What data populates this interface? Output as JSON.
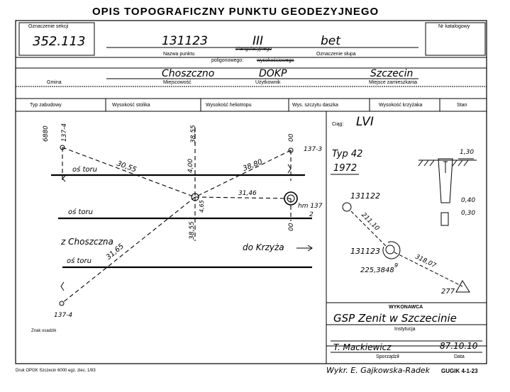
{
  "header": {
    "title": "OPIS TOPOGRAFICZNY PUNKTU GEODEZYJNEGO",
    "section_label": "Oznaczenie sekcji",
    "section_value": "352.113",
    "catalog_label": "Nr katalogowy"
  },
  "point": {
    "name": "131123",
    "order": "III",
    "post": "bet",
    "struck_type": "triangulacyjnego",
    "struck_type2": "wysokościowego",
    "name_label": "Nazwa punktu",
    "polygon_label": "poligonowego:",
    "post_label": "Oznaczenie słupa"
  },
  "location": {
    "municipality_value": "Choszczno",
    "user_value": "DOKP",
    "residence_value": "Szczecin",
    "municipality_label": "Gmina",
    "locality_label": "Miejscowość",
    "user_label": "Użytkownik",
    "residence_label": "Miejsce zamieszkania"
  },
  "columns": [
    "Typ zabudowy",
    "Wysokość stolika",
    "Wysokość heliotropu",
    "Wys. szczytu daszka",
    "Wysokość krzyżaka",
    "Stan"
  ],
  "sketch": {
    "label_6880": "6880",
    "label_137_4_top": "137-4",
    "label_3855_top": "38,55",
    "label_137_3": "137-3",
    "label_00_top": "00",
    "label_3055": "30,55",
    "label_3880": "38,80",
    "label_400": "4,00",
    "label_os_toru_1": "oś toru",
    "label_3146": "31,46",
    "label_os_toru_2": "oś toru",
    "label_465": "4,65",
    "label_hm_137": "hm 137",
    "label_hm_frac": "2",
    "label_3855_bottom": "38,55",
    "label_00_mid": "00",
    "label_z_choszczna": "z Choszczna",
    "label_3165": "31,65",
    "label_do_krzyza": "do Krzyża",
    "label_os_toru_3": "oś toru",
    "label_137_4_bottom": "137-4",
    "label_znak": "Znak osadzik"
  },
  "side_panel": {
    "ciag_label": "Ciąg:",
    "ciag_value": "LVI",
    "type": "Typ 42",
    "year": "1972",
    "dim_130": "1,30",
    "dim_040": "0,40",
    "dim_030": "0,30",
    "pt_131122": "131122",
    "dist_21110": "211,10",
    "pt_131123": "131123",
    "angle": "225,3848",
    "angle_sup": "9",
    "dist_31807": "318,07",
    "pt_277": "277"
  },
  "contractor": {
    "label": "WYKONAWCA",
    "name": "GSP Zenit w Szczecinie",
    "inst_label": "Instytucja",
    "author": "T. Mackiewicz",
    "date": "87.10.10",
    "author_label": "Sporządził",
    "date_label": "Data"
  },
  "footer": {
    "print_info": "Druk OPGK Szczecin 6000 egz. zlec. 1/83",
    "drawn_by": "Wykr. E. Gajkowska-Radek",
    "code": "GUGIK 4-1-23"
  }
}
